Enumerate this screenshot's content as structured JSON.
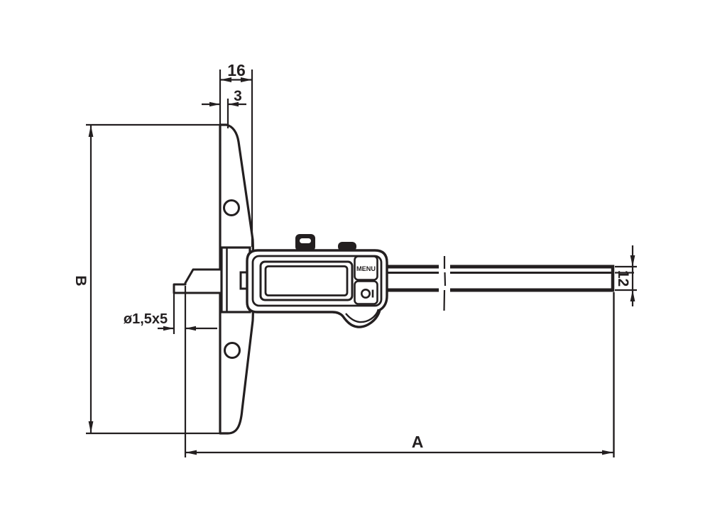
{
  "drawing": {
    "labels": {
      "dim_base_thickness": "16",
      "dim_base_edge": "3",
      "dim_base_height": "B",
      "dim_probe_tip": "ø1,5x5",
      "dim_beam_length": "A",
      "dim_beam_height": "12"
    },
    "display_unit": {
      "menu_button_label": "MENU",
      "power_button_icon": "power-on-off-icon"
    },
    "colors": {
      "line": "#231f20",
      "background": "#ffffff"
    }
  }
}
